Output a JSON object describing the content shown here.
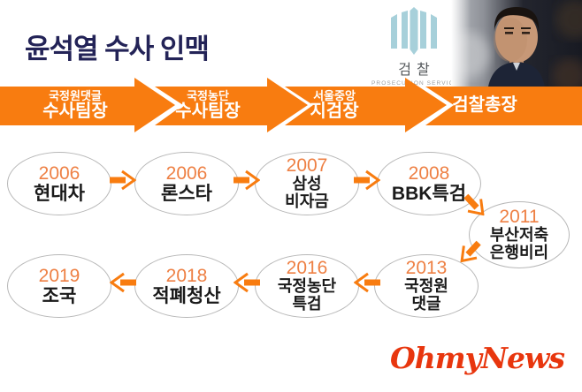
{
  "header": {
    "title": "윤석열 수사 인맥"
  },
  "prosecution_logo": {
    "korean_label": "검찰",
    "english_label": "PROSECUTION SERVICE"
  },
  "career_banner": {
    "steps": [
      {
        "line1": "국정원댓글",
        "line2": "수사팀장"
      },
      {
        "line1": "국정농단",
        "line2": "수사팀장"
      },
      {
        "line1": "서울중앙",
        "line2": "지검장"
      },
      {
        "line1": "",
        "line2": "검찰총장"
      }
    ]
  },
  "timeline": {
    "top_row": [
      {
        "year": "2006",
        "case": "현대차"
      },
      {
        "year": "2006",
        "case": "론스타"
      },
      {
        "year": "2007",
        "case": "삼성\n비자금"
      },
      {
        "year": "2008",
        "case": "BBK특검"
      }
    ],
    "middle": {
      "year": "2011",
      "case": "부산저축\n은행비리"
    },
    "bottom_row": [
      {
        "year": "2019",
        "case": "조국"
      },
      {
        "year": "2018",
        "case": "적폐청산"
      },
      {
        "year": "2016",
        "case": "국정농단\n특검"
      },
      {
        "year": "2013",
        "case": "국정원\n댓글"
      }
    ]
  },
  "footer": {
    "brand": "OhmyNews"
  },
  "colors": {
    "accent_orange": "#f87c10",
    "year_orange": "#ee8044",
    "title_navy": "#232357",
    "brand_red": "#e8360e",
    "logo_blue": "#a7d0da"
  }
}
